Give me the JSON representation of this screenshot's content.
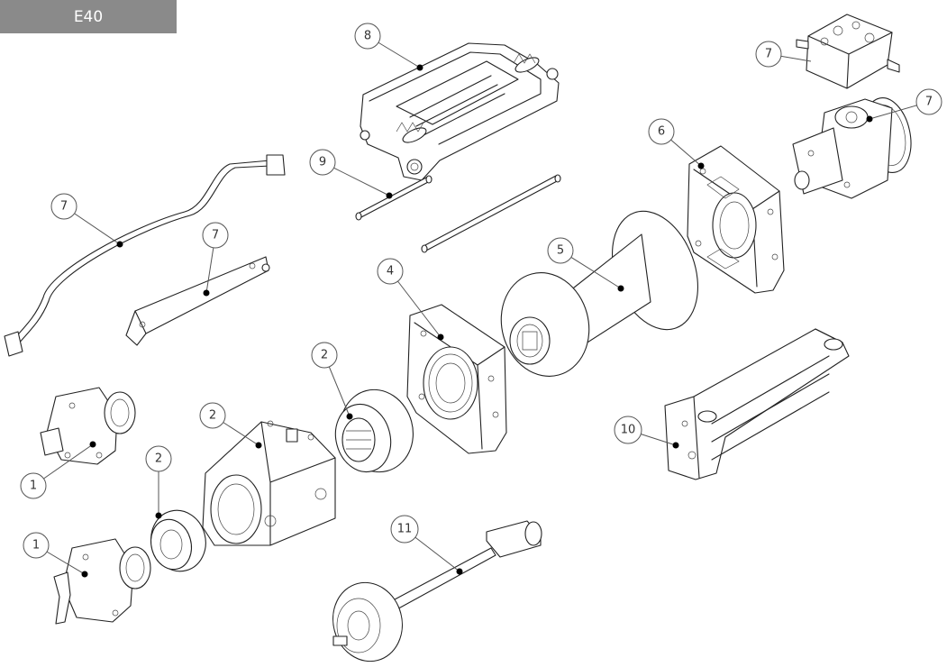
{
  "title": "E40",
  "callouts": [
    {
      "id": "c8",
      "label": "8"
    },
    {
      "id": "c7a",
      "label": "7"
    },
    {
      "id": "c7b",
      "label": "7"
    },
    {
      "id": "c9",
      "label": "9"
    },
    {
      "id": "c6",
      "label": "6"
    },
    {
      "id": "c7c",
      "label": "7"
    },
    {
      "id": "c7d",
      "label": "7"
    },
    {
      "id": "c5",
      "label": "5"
    },
    {
      "id": "c4",
      "label": "4"
    },
    {
      "id": "c2a",
      "label": "2"
    },
    {
      "id": "c2b",
      "label": "2"
    },
    {
      "id": "c2c",
      "label": "2"
    },
    {
      "id": "c10",
      "label": "10"
    },
    {
      "id": "c1a",
      "label": "1"
    },
    {
      "id": "c1b",
      "label": "1"
    },
    {
      "id": "c11",
      "label": "11"
    }
  ]
}
